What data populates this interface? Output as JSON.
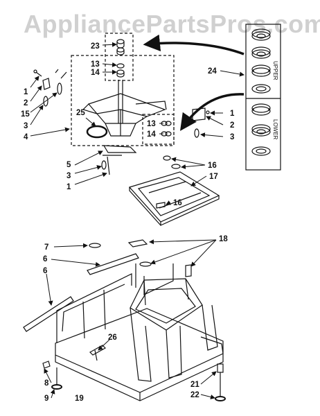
{
  "watermark": "AppliancePartsPros.com",
  "insert_labels": {
    "upper": "UPPER",
    "lower": "LOWER"
  },
  "callouts": {
    "c23": "23",
    "c13a": "13",
    "c14a": "14",
    "c1a": "1",
    "c2a": "2",
    "c15": "15",
    "c3a": "3",
    "c4": "4",
    "c25": "25",
    "c13b": "13",
    "c14b": "14",
    "c1b": "1",
    "c2b": "2",
    "c3b": "3",
    "c24": "24",
    "c5": "5",
    "c3c": "3",
    "c1c": "1",
    "c16a": "16",
    "c17": "17",
    "c16b": "16",
    "c7": "7",
    "c6a": "6",
    "c18": "18",
    "c6b": "6",
    "c26": "26",
    "c8": "8",
    "c9": "9",
    "c19": "19",
    "c21": "21",
    "c22": "22"
  }
}
